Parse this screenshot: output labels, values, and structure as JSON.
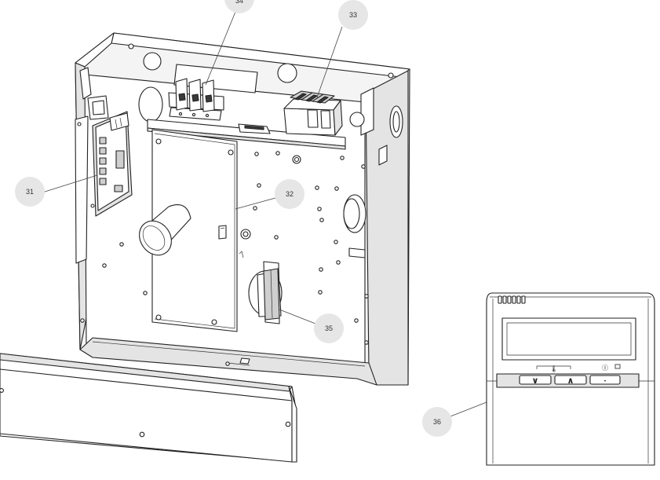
{
  "callouts": [
    {
      "id": "c31",
      "label": "31"
    },
    {
      "id": "c32",
      "label": "32"
    },
    {
      "id": "c33",
      "label": "33"
    },
    {
      "id": "c34",
      "label": "34"
    },
    {
      "id": "c35",
      "label": "35"
    },
    {
      "id": "c36",
      "label": "36"
    }
  ],
  "controller": {
    "thermometer_symbol": "🌡",
    "power_symbol": "Ⓘ",
    "down_arrow": "∨",
    "up_arrow": "∧",
    "dot": "•"
  }
}
